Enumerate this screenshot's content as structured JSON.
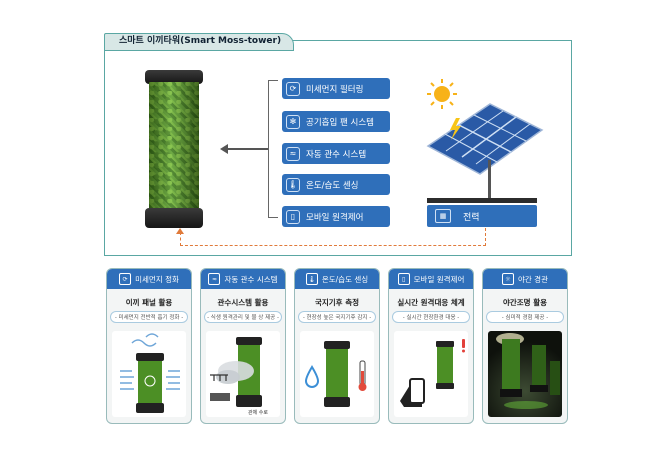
{
  "header": {
    "tab_title": "스마트 이끼타워(Smart Moss-tower)"
  },
  "features": [
    {
      "label": "미세먼지 필터링",
      "icon": "recycle-icon"
    },
    {
      "label": "공기흡입 팬 시스템",
      "icon": "fan-icon"
    },
    {
      "label": "자동 관수 시스템",
      "icon": "water-icon"
    },
    {
      "label": "온도/습도 센싱",
      "icon": "thermometer-icon"
    },
    {
      "label": "모바일 원격제어",
      "icon": "phone-icon"
    }
  ],
  "power": {
    "label": "전력",
    "icon": "solar-panel-icon"
  },
  "cards": [
    {
      "head": "미세먼지 정화",
      "title": "이끼 패널 활용",
      "sub": "- 미세먼지 전반적 흡기 정화 -",
      "icon": "recycle-icon"
    },
    {
      "head": "자동 관수 시스템",
      "title": "관수시스템 활용",
      "sub": "- 식생 원격관리 및 물 상 제공 -",
      "icon": "water-icon"
    },
    {
      "head": "온도/습도 센싱",
      "title": "국지기후 측정",
      "sub": "- 현장성 높은 국지기후 감지 -",
      "icon": "thermometer-icon"
    },
    {
      "head": "모바일 원격제어",
      "title": "실시간 원격대응 체계",
      "sub": "- 실시간 현장환경 대응 -",
      "icon": "phone-icon"
    },
    {
      "head": "야간 경관",
      "title": "야간조명 활용",
      "sub": "- 심미적 경험 제공 -",
      "icon": "bulb-icon"
    }
  ],
  "notes": {
    "water_tank": "관체 수로"
  },
  "colors": {
    "accent": "#2f6fba",
    "frame": "#5aa7a3",
    "dashed": "#e07a3a"
  }
}
